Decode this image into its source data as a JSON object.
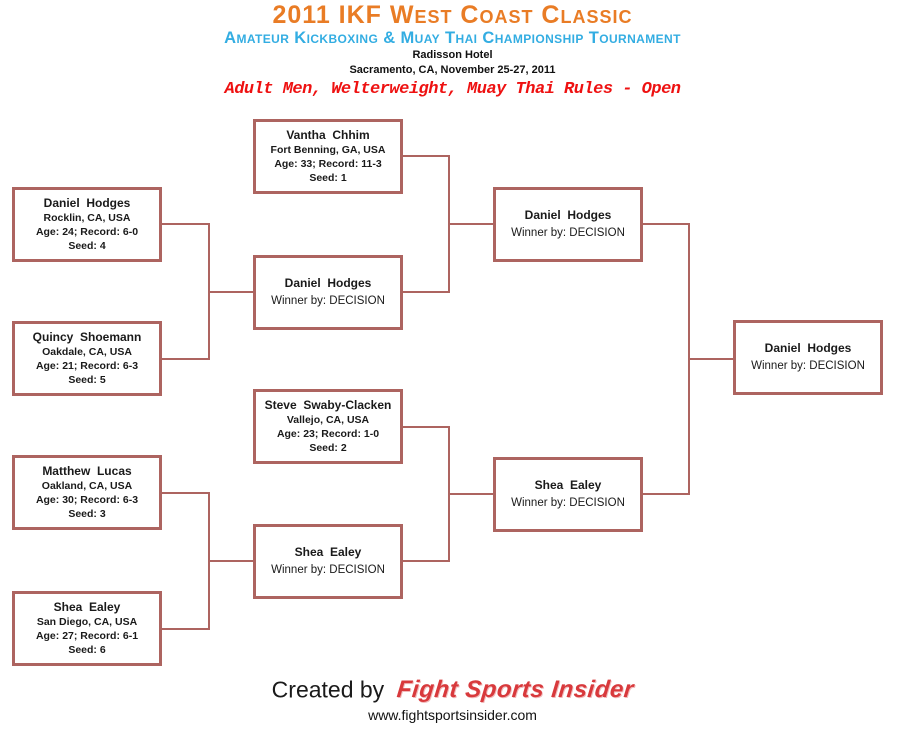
{
  "header": {
    "title": "2011 IKF West Coast Classic",
    "subtitle": "Amateur Kickboxing & Muay Thai Championship Tournament",
    "venue": "Radisson Hotel",
    "location_date": "Sacramento, CA, November 25-27, 2011",
    "division": "Adult Men, Welterweight, Muay Thai Rules - Open"
  },
  "bracket": {
    "vantha": {
      "name": "Vantha  Chhim",
      "origin": "Fort Benning, GA, USA",
      "stats": "Age: 33; Record: 11-3",
      "seed": "Seed: 1"
    },
    "hodges_entry": {
      "name": "Daniel  Hodges",
      "origin": "Rocklin, CA, USA",
      "stats": "Age: 24; Record: 6-0",
      "seed": "Seed: 4"
    },
    "shoemann": {
      "name": "Quincy  Shoemann",
      "origin": "Oakdale, CA, USA",
      "stats": "Age: 21; Record: 6-3",
      "seed": "Seed: 5"
    },
    "hodges_r1": {
      "name": "Daniel  Hodges",
      "result": "Winner by: DECISION"
    },
    "hodges_sf": {
      "name": "Daniel  Hodges",
      "result": "Winner by: DECISION"
    },
    "hodges_final": {
      "name": "Daniel  Hodges",
      "result": "Winner by: DECISION"
    },
    "swaby": {
      "name": "Steve  Swaby-Clacken",
      "origin": "Vallejo, CA, USA",
      "stats": "Age: 23; Record: 1-0",
      "seed": "Seed: 2"
    },
    "lucas": {
      "name": "Matthew  Lucas",
      "origin": "Oakland, CA, USA",
      "stats": "Age: 30; Record: 6-3",
      "seed": "Seed: 3"
    },
    "ealey_r1": {
      "name": "Shea  Ealey",
      "result": "Winner by: DECISION"
    },
    "ealey_entry": {
      "name": "Shea  Ealey",
      "origin": "San Diego, CA, USA",
      "stats": "Age: 27; Record: 6-1",
      "seed": "Seed: 6"
    },
    "ealey_sf": {
      "name": "Shea  Ealey",
      "result": "Winner by: DECISION"
    }
  },
  "footer": {
    "created_by": "Created by",
    "brand": "Fight Sports Insider",
    "website": "www.fightsportsinsider.com"
  },
  "colors": {
    "bracket_line": "#ad6460",
    "title_orange": "#e97c25",
    "subtitle_cyan": "#33ade2",
    "division_red": "#ee1111",
    "brand_red": "#d8393c"
  }
}
